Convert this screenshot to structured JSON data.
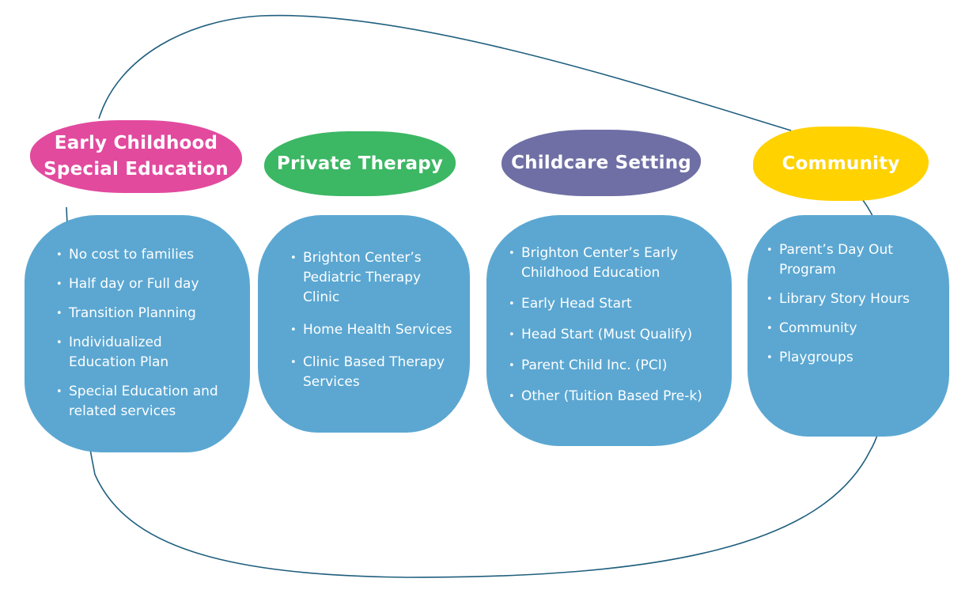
{
  "columns": [
    {
      "title": [
        "Early Childhood",
        "Special Education"
      ],
      "items": [
        [
          "No cost to families"
        ],
        [
          "Half day or Full day"
        ],
        [
          "Transition Planning"
        ],
        [
          "Individualized",
          "Education Plan"
        ],
        [
          "Special Education and",
          "related services"
        ]
      ]
    },
    {
      "title": [
        "Private Therapy"
      ],
      "items": [
        [
          "Brighton Center’s",
          "Pediatric Therapy",
          "Clinic"
        ],
        [
          "Home Health Services"
        ],
        [
          "Clinic Based Therapy",
          "Services"
        ]
      ]
    },
    {
      "title": [
        "Childcare Setting"
      ],
      "items": [
        [
          "Brighton Center’s Early",
          "Childhood Education"
        ],
        [
          "Early Head Start"
        ],
        [
          "Head Start (Must Qualify)"
        ],
        [
          "Parent Child Inc. (PCI)"
        ],
        [
          "Other (Tuition Based Pre-k)"
        ]
      ]
    },
    {
      "title": [
        "Community"
      ],
      "items": [
        [
          "Parent’s Day Out",
          "Program"
        ],
        [
          "Library Story Hours"
        ],
        [
          "Community"
        ],
        [
          "Playgroups"
        ]
      ]
    }
  ],
  "colors": {
    "loop": "#1f5f7e",
    "card": "#5ba7d2",
    "headers": [
      "#e24a9e",
      "#3cb764",
      "#6f6fa6",
      "#ffd200"
    ]
  }
}
